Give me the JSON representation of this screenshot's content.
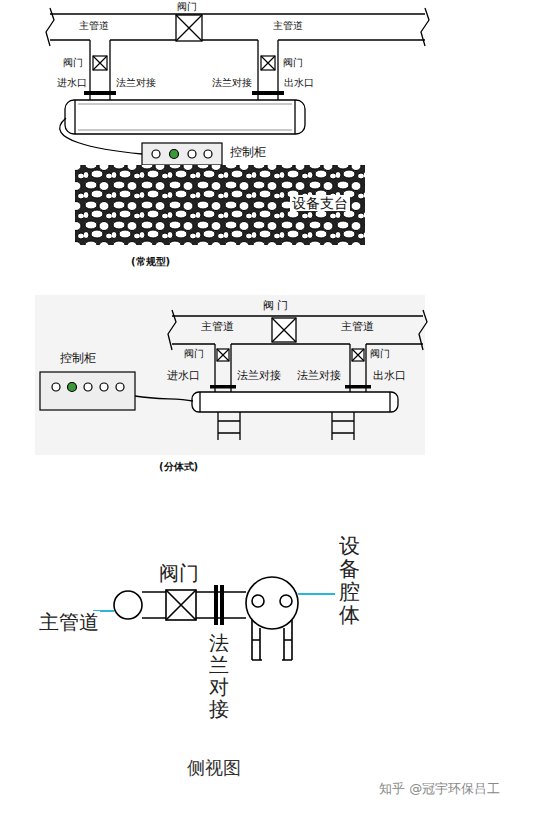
{
  "diagram": {
    "nodes": [
      {
        "text": [
          "控制柜"
        ]
      },
      {
        "text": [
          "设备支台"
        ]
      },
      {
        "text": [
          "控制柜"
        ]
      }
    ],
    "labels": [
      "主管道",
      "阀门",
      "主管道",
      "阀门",
      "阀门",
      "进水口",
      "法兰对接",
      "法兰对接",
      "出水口",
      "(常规型)",
      "阀 门",
      "主管道",
      "主管道",
      "阀门",
      "阀门",
      "进水口",
      "法兰对接",
      "法兰对接",
      "出水口",
      "(分体式)",
      "设备腔体",
      "阀门",
      "主管道",
      "法兰对接",
      "侧视图",
      "知乎 @冠宇环保吕工"
    ]
  }
}
